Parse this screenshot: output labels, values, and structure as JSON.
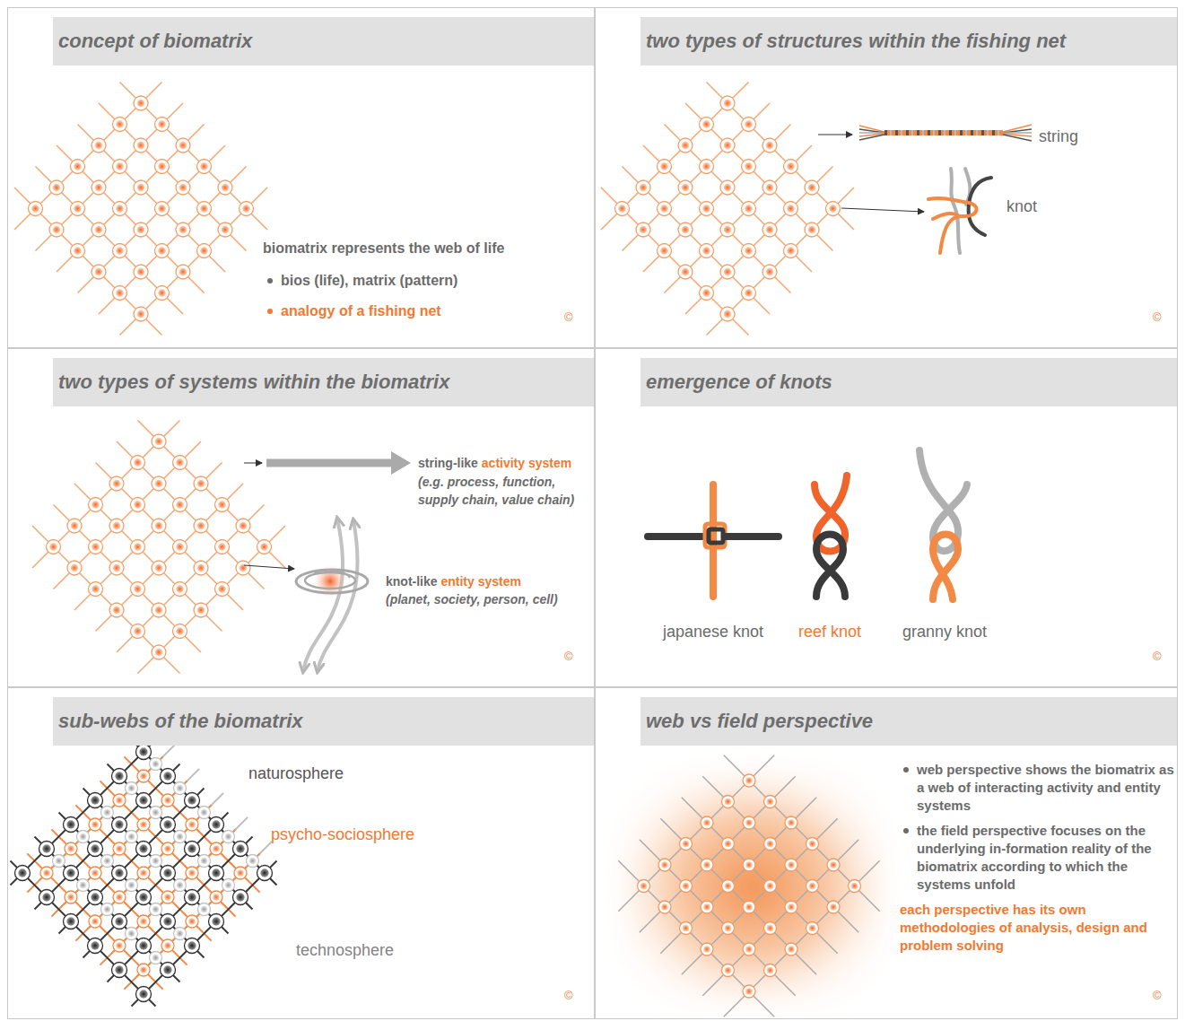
{
  "diagram": {
    "nodes": [
      {
        "text": [
          "concept of biomatrix"
        ]
      },
      {
        "text": [
          "two types of structures within the fishing net"
        ]
      },
      {
        "text": [
          "two types of systems within the biomatrix"
        ]
      },
      {
        "text": [
          "emergence of knots"
        ]
      },
      {
        "text": [
          "sub-webs of the biomatrix"
        ]
      },
      {
        "text": [
          "web vs field perspective"
        ]
      }
    ],
    "labels": [
      "biomatrix represents the web of life",
      "bios (life), matrix (pattern)",
      "analogy of a fishing net",
      "©",
      "string",
      "knot",
      "©",
      "string-like",
      "activity system",
      "(e.g. process, function, supply chain, value chain)",
      "knot-like",
      "entity system",
      "(planet, society, person, cell)",
      "©",
      "japanese knot",
      "reef knot",
      "granny knot",
      "©",
      "naturosphere",
      "psycho-sociosphere",
      "technosphere",
      "©",
      "web perspective shows the biomatrix as a web of interacting activity and entity systems",
      "the field perspective focuses on the underlying in-formation reality of the biomatrix according to which the systems unfold",
      "each perspective has its own methodologies of analysis, design and problem solving",
      "©"
    ]
  }
}
